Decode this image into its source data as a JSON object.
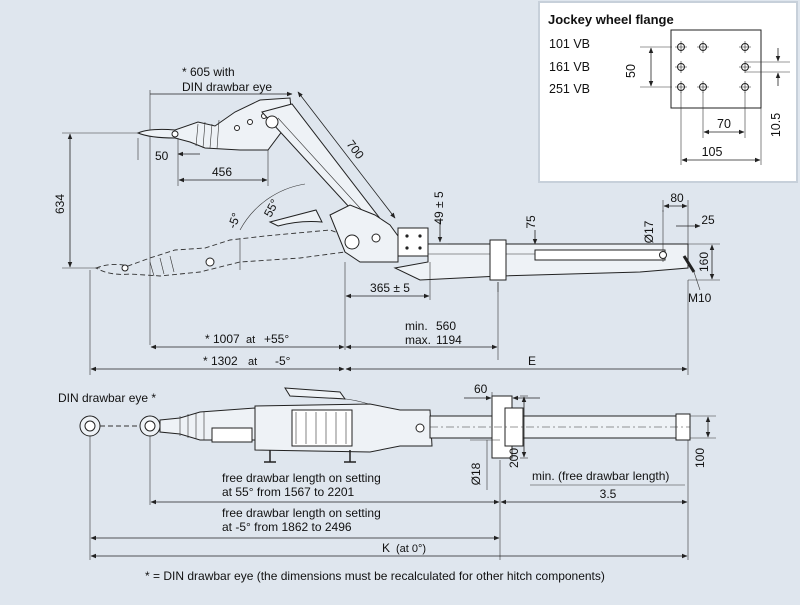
{
  "inset": {
    "title": "Jockey wheel flange",
    "models": [
      "101 VB",
      "161 VB",
      "251 VB"
    ],
    "dims": {
      "d50": "50",
      "d70": "70",
      "d105": "105",
      "d10_5": "10.5"
    }
  },
  "side_view": {
    "note_605": "* 605 with",
    "note_din": "DIN drawbar eye",
    "d50": "50",
    "d456": "456",
    "d634": "634",
    "d700": "700",
    "angle_55": "55°",
    "angle_m5": "-5°",
    "d49": "49 ± 5",
    "d75": "75",
    "d80": "80",
    "d25": "25",
    "d17": "Ø17",
    "d160": "160",
    "m10": "M10",
    "d365": "365 ± 5",
    "min_label": "min.",
    "min_value": "560",
    "max_label": "max.",
    "max_value": "1194",
    "d1007_val": "* 1007",
    "d1007_at": "at",
    "d1007_angle": "+55°",
    "d1302_val": "* 1302",
    "d1302_at": "at",
    "d1302_angle": "-5°",
    "e_label": "E"
  },
  "top_view": {
    "din_label": "DIN drawbar eye *",
    "d60": "60",
    "d18": "Ø18",
    "d200": "200",
    "d100": "100",
    "free55_l1": "free drawbar length on setting",
    "free55_l2": "at 55° from 1567 to 2201",
    "freem5_l1": "free drawbar length on setting",
    "freem5_l2": "at -5° from 1862 to 2496",
    "min_free": "min. (free drawbar length)",
    "d3_5": "3.5",
    "k_label": "K",
    "k_sub": "(at 0°)"
  },
  "footnote": "* = DIN drawbar eye (the dimensions must be recalculated for other hitch components)"
}
